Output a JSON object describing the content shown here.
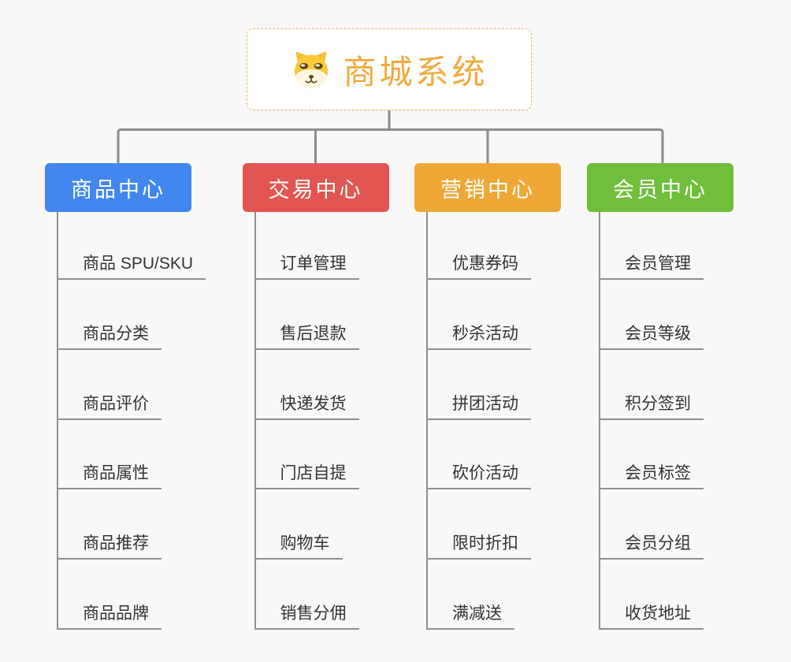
{
  "root": {
    "title": "商城系统",
    "icon": "dog-face-icon"
  },
  "colors": {
    "background": "#f8f8f8",
    "connector_gray": "#8c8c8c",
    "root_accent": "#f2a93e",
    "item_text": "#333333"
  },
  "branches": [
    {
      "key": "product-center",
      "label": "商品中心",
      "color": "#4287f0",
      "items": [
        "商品 SPU/SKU",
        "商品分类",
        "商品评价",
        "商品属性",
        "商品推荐",
        "商品品牌"
      ]
    },
    {
      "key": "trade-center",
      "label": "交易中心",
      "color": "#e15652",
      "items": [
        "订单管理",
        "售后退款",
        "快递发货",
        "门店自提",
        "购物车",
        "销售分佣"
      ]
    },
    {
      "key": "marketing-center",
      "label": "营销中心",
      "color": "#efa735",
      "items": [
        "优惠券码",
        "秒杀活动",
        "拼团活动",
        "砍价活动",
        "限时折扣",
        "满减送"
      ]
    },
    {
      "key": "member-center",
      "label": "会员中心",
      "color": "#6fbe3c",
      "items": [
        "会员管理",
        "会员等级",
        "积分签到",
        "会员标签",
        "会员分组",
        "收货地址"
      ]
    }
  ]
}
